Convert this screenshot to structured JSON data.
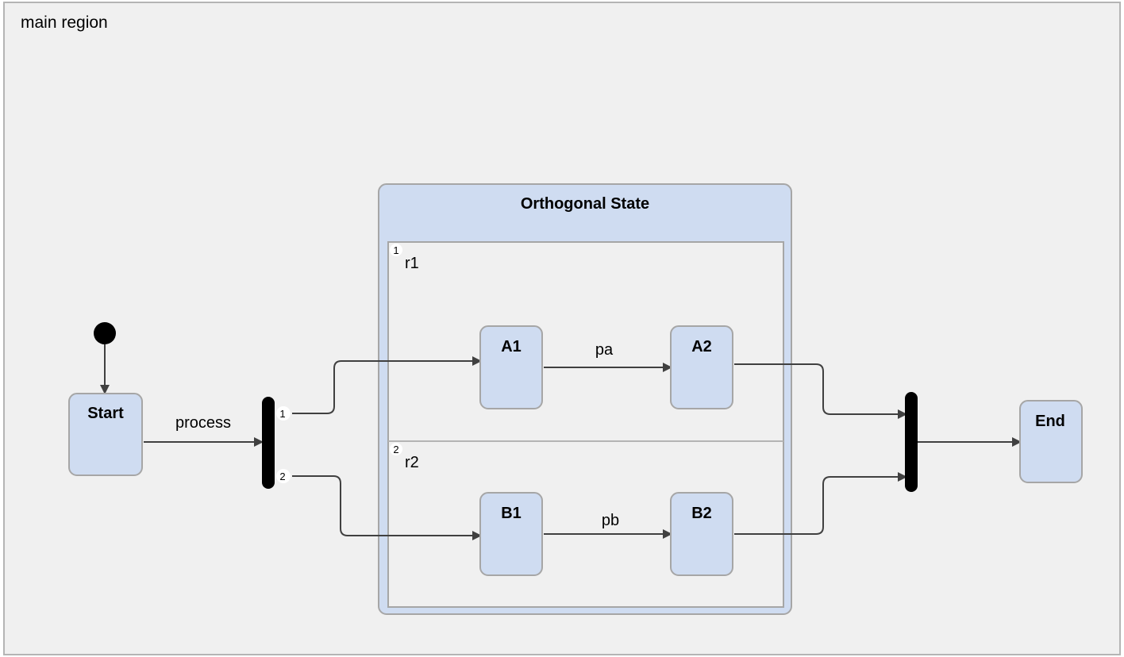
{
  "diagram": {
    "main_region": "main region",
    "orthogonal_state": {
      "title": "Orthogonal State",
      "regions": [
        {
          "index": "1",
          "name": "r1"
        },
        {
          "index": "2",
          "name": "r2"
        }
      ]
    },
    "states": {
      "start": "Start",
      "a1": "A1",
      "a2": "A2",
      "b1": "B1",
      "b2": "B2",
      "end": "End"
    },
    "transitions": {
      "start_to_fork": "process",
      "a1_to_a2": "pa",
      "b1_to_b2": "pb"
    },
    "fork_ports": [
      "1",
      "2"
    ],
    "colors": {
      "background": "#f0f0f0",
      "state_fill": "#cfdcf1",
      "state_stroke": "#a6a6a6",
      "edge": "#404040",
      "bar": "#000000"
    }
  }
}
